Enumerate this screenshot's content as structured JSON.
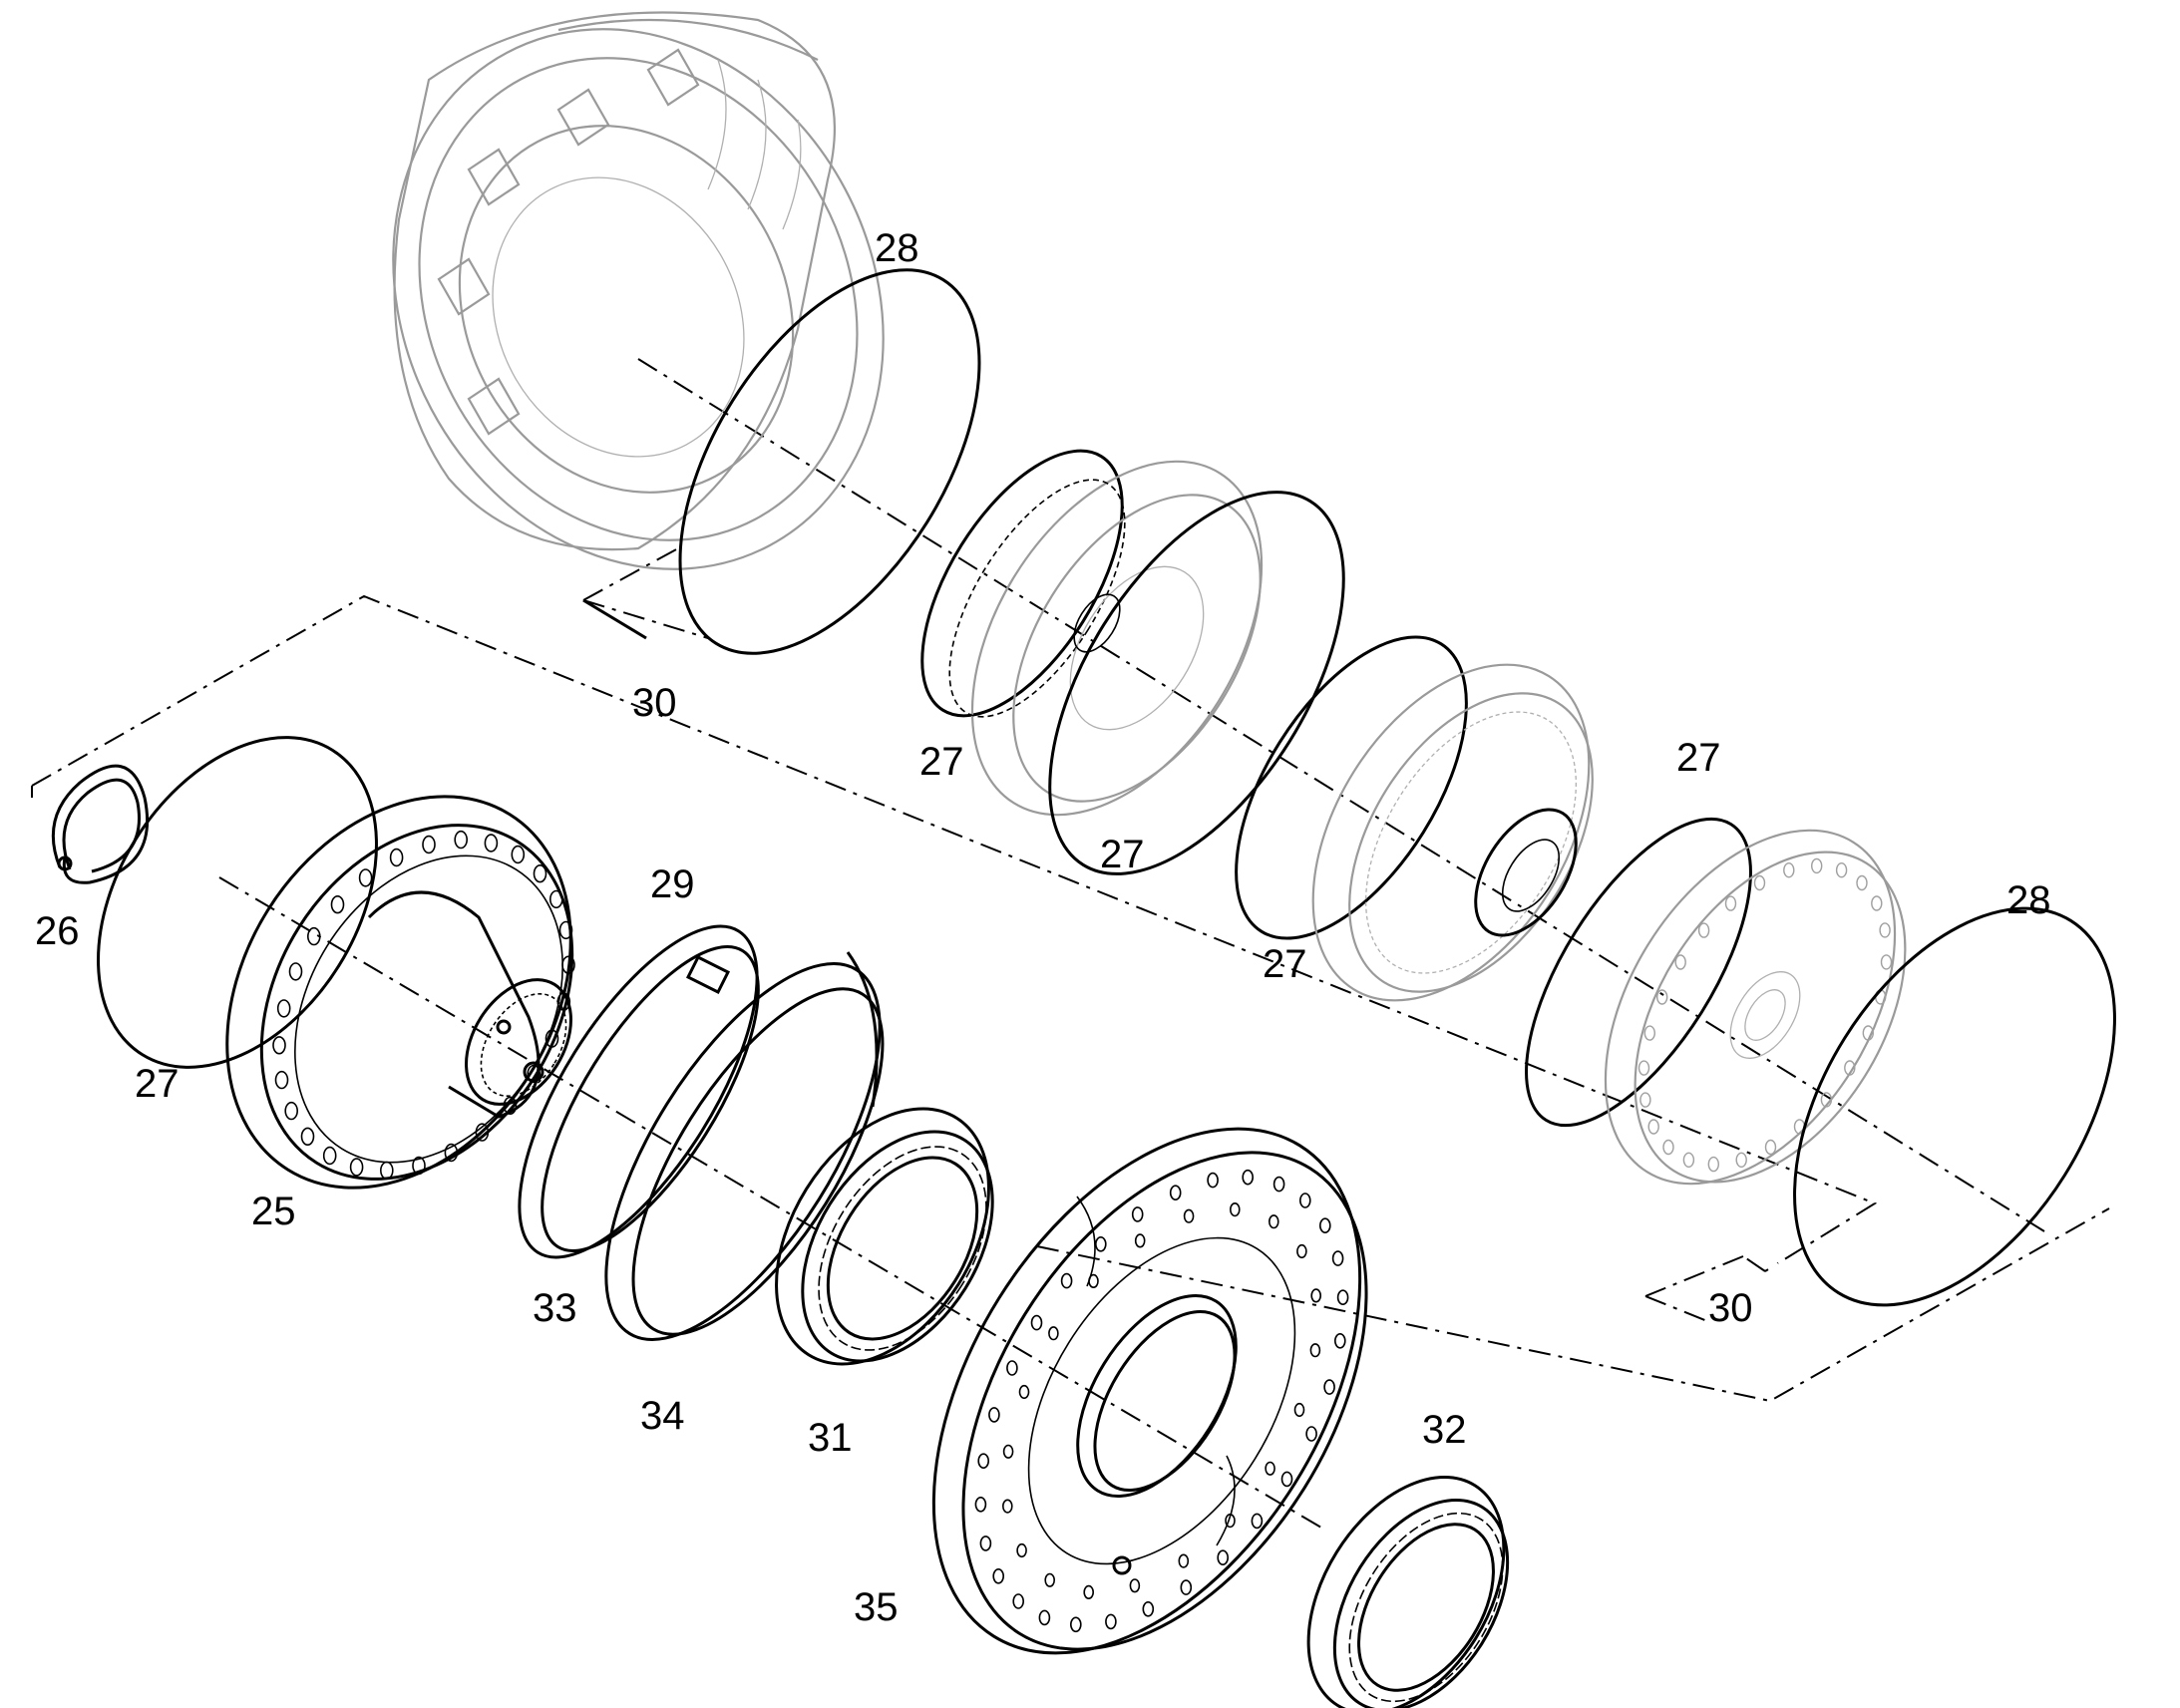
{
  "diagram": {
    "callouts": {
      "p25": "25",
      "p26": "26",
      "p27a": "27",
      "p27b": "27",
      "p27c": "27",
      "p27d": "27",
      "p27e": "27",
      "p28a": "28",
      "p28b": "28",
      "p29": "29",
      "p30a": "30",
      "p30b": "30",
      "p31": "31",
      "p32": "32",
      "p33": "33",
      "p34": "34",
      "p35": "35"
    }
  }
}
